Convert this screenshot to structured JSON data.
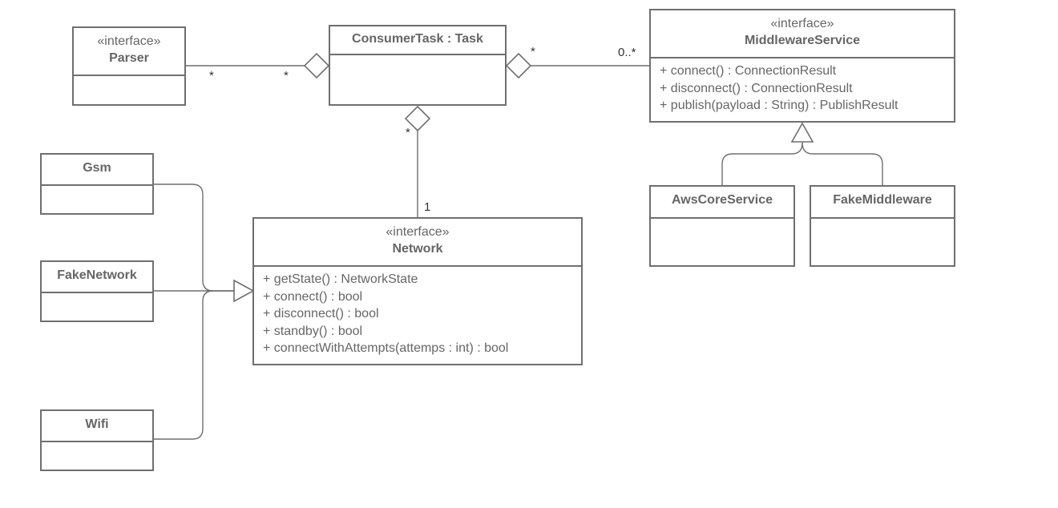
{
  "classes": {
    "parser": {
      "stereotype": "«interface»",
      "name": "Parser"
    },
    "consumer_task": {
      "name": "ConsumerTask : Task"
    },
    "middleware_service": {
      "stereotype": "«interface»",
      "name": "MiddlewareService",
      "members": [
        "+ connect() : ConnectionResult",
        "+ disconnect() : ConnectionResult",
        "+ publish(payload : String) : PublishResult"
      ]
    },
    "network": {
      "stereotype": "«interface»",
      "name": "Network",
      "members": [
        "+ getState() : NetworkState",
        "+ connect() : bool",
        "+ disconnect() : bool",
        "+ standby() : bool",
        "+ connectWithAttempts(attemps  : int) : bool"
      ]
    },
    "gsm": {
      "name": "Gsm"
    },
    "fake_network": {
      "name": "FakeNetwork"
    },
    "wifi": {
      "name": "Wifi"
    },
    "aws_core_service": {
      "name": "AwsCoreService"
    },
    "fake_middleware": {
      "name": "FakeMiddleware"
    }
  },
  "multiplicities": {
    "parser_end": "*",
    "task_parser_end": "*",
    "task_middleware_end": "*",
    "middleware_end": "0..*",
    "task_network_end": "*",
    "network_end": "1"
  },
  "relationships": [
    {
      "from": "consumer_task",
      "to": "parser",
      "type": "aggregation"
    },
    {
      "from": "consumer_task",
      "to": "middleware_service",
      "type": "aggregation"
    },
    {
      "from": "consumer_task",
      "to": "network",
      "type": "aggregation"
    },
    {
      "from": "gsm",
      "to": "network",
      "type": "realization"
    },
    {
      "from": "fake_network",
      "to": "network",
      "type": "realization"
    },
    {
      "from": "wifi",
      "to": "network",
      "type": "realization"
    },
    {
      "from": "aws_core_service",
      "to": "middleware_service",
      "type": "realization"
    },
    {
      "from": "fake_middleware",
      "to": "middleware_service",
      "type": "realization"
    }
  ],
  "colors": {
    "line": "#6f6f6f",
    "text": "#666666"
  }
}
